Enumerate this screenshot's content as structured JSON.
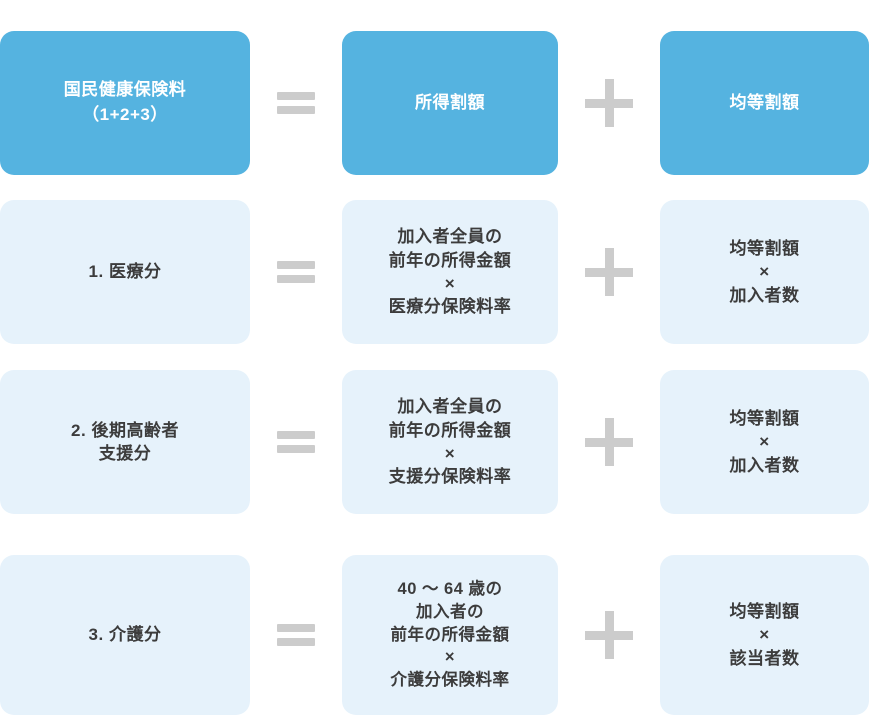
{
  "page": {
    "clipped_heading": "",
    "colors": {
      "primary_box": "#55b3e0",
      "secondary_box": "#e6f2fb",
      "primary_text": "#ffffff",
      "secondary_text": "#3c3c3c",
      "operator": "#cccccc",
      "background": "#ffffff"
    }
  },
  "operators": {
    "equals": "=",
    "plus": "+",
    "times": "×"
  },
  "rows": [
    {
      "id": "total",
      "style": "primary",
      "term_1": "国民健康保険料\n（1+2+3）",
      "operator_1": "=",
      "term_2": "所得割額",
      "operator_2": "+",
      "term_3": "均等割額"
    },
    {
      "id": "medical",
      "style": "secondary",
      "term_1": "1. 医療分",
      "operator_1": "=",
      "term_2": "加入者全員の\n前年の所得金額\n×\n医療分保険料率",
      "operator_2": "+",
      "term_3": "均等割額\n×\n加入者数"
    },
    {
      "id": "elderly-support",
      "style": "secondary",
      "term_1": "2. 後期高齢者\n支援分",
      "operator_1": "=",
      "term_2": "加入者全員の\n前年の所得金額\n×\n支援分保険料率",
      "operator_2": "+",
      "term_3": "均等割額\n×\n加入者数"
    },
    {
      "id": "nursing-care",
      "style": "secondary",
      "term_1": "3. 介護分",
      "operator_1": "=",
      "term_2": "40 〜 64 歳の\n加入者の\n前年の所得金額\n×\n介護分保険料率",
      "operator_2": "+",
      "term_3": "均等割額\n×\n該当者数"
    }
  ]
}
